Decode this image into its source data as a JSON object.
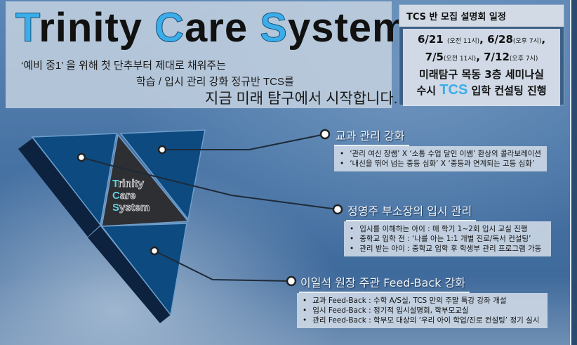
{
  "header": {
    "title_parts": [
      "T",
      "rinity ",
      "C",
      "are ",
      "S",
      "ystem"
    ],
    "subtitle_line1": "‘예비 중1’ 을 위해 첫 단추부터 제대로 채워주는",
    "subtitle_line2": "학습 / 입시 관리 강화 정규반 TCS를",
    "subtitle_line3": "지금 미래 탐구에서 시작합니다."
  },
  "schedule": {
    "heading": "TCS 반 모집 설명회 일정",
    "dates": [
      {
        "date": "6/21",
        "time": "(오전 11시)"
      },
      {
        "date": "6/28",
        "time": "(오후 7시)"
      },
      {
        "date": "7/5",
        "time": "(오전 11시)"
      },
      {
        "date": "7/12",
        "time": "(오후 7시)"
      }
    ],
    "location": "미래탐구 목동 3층 세미나실",
    "consult_prefix": "수시",
    "consult_brand": "TCS",
    "consult_suffix": "입학 컨설팅 진행"
  },
  "logo": {
    "lines": [
      [
        "T",
        "rinity"
      ],
      [
        "C",
        "are"
      ],
      [
        "S",
        "ystem"
      ]
    ]
  },
  "sections": [
    {
      "heading": "교과 관리 강화",
      "items": [
        "‘관리 여신 장쌤’ X ‘소통 수업 달인 이쌤’ 환상의 콜라보레이션",
        "‘내신을 뛰어 넘는 중등 심화’ X ‘중등과 연계되는 고등 심화’"
      ]
    },
    {
      "heading": "정영주 부소장의 입시 관리",
      "items": [
        "입시를 이해하는 아이 : 매 학기 1~2회 입시 교실 진행",
        "중학교 입학 전 : ‘나를 아는 1:1 개별 진로/독서 컨설팅’",
        "관리 받는 아이 : 중학교 입학 후 학생부 관리 프로그램 가동"
      ]
    },
    {
      "heading": "이일석 원장 주관 Feed-Back 강화",
      "items": [
        "교과 Feed-Back : 수학 A/S실, TCS 만의 주말 특강 강좌 개설",
        "입시 Feed-Back : 정기적 입시설명회, 학부모교실",
        "관리 Feed-Back : 학부모 대상의 ‘우리 아이 학업/진로 컨설팅’ 정기 실시"
      ]
    }
  ]
}
